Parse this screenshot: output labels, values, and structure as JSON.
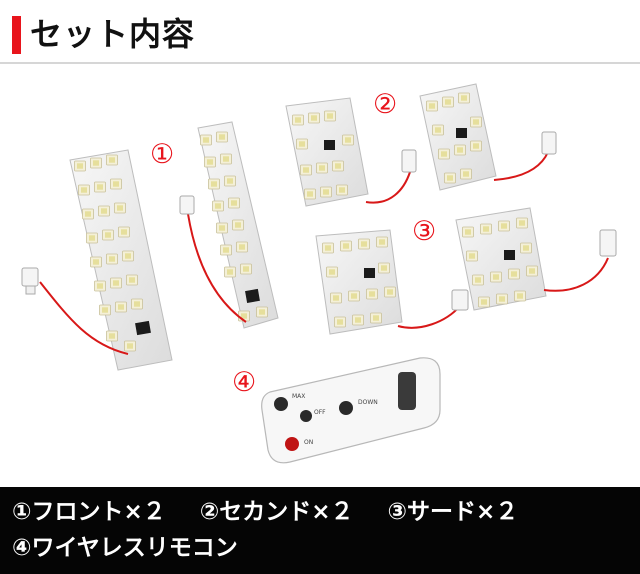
{
  "header": {
    "title": "セット内容",
    "accent_color": "#e8141c"
  },
  "markers": {
    "m1": "①",
    "m2": "②",
    "m3": "③",
    "m4": "④"
  },
  "footer": {
    "item1": "①フロント×２",
    "item2": "②セカンド×２",
    "item3": "③サード×２",
    "item4": "④ワイヤレスリモコン"
  },
  "photo": {
    "remote_labels": {
      "max": "MAX",
      "off": "OFF",
      "down": "DOWN",
      "on": "ON"
    }
  }
}
